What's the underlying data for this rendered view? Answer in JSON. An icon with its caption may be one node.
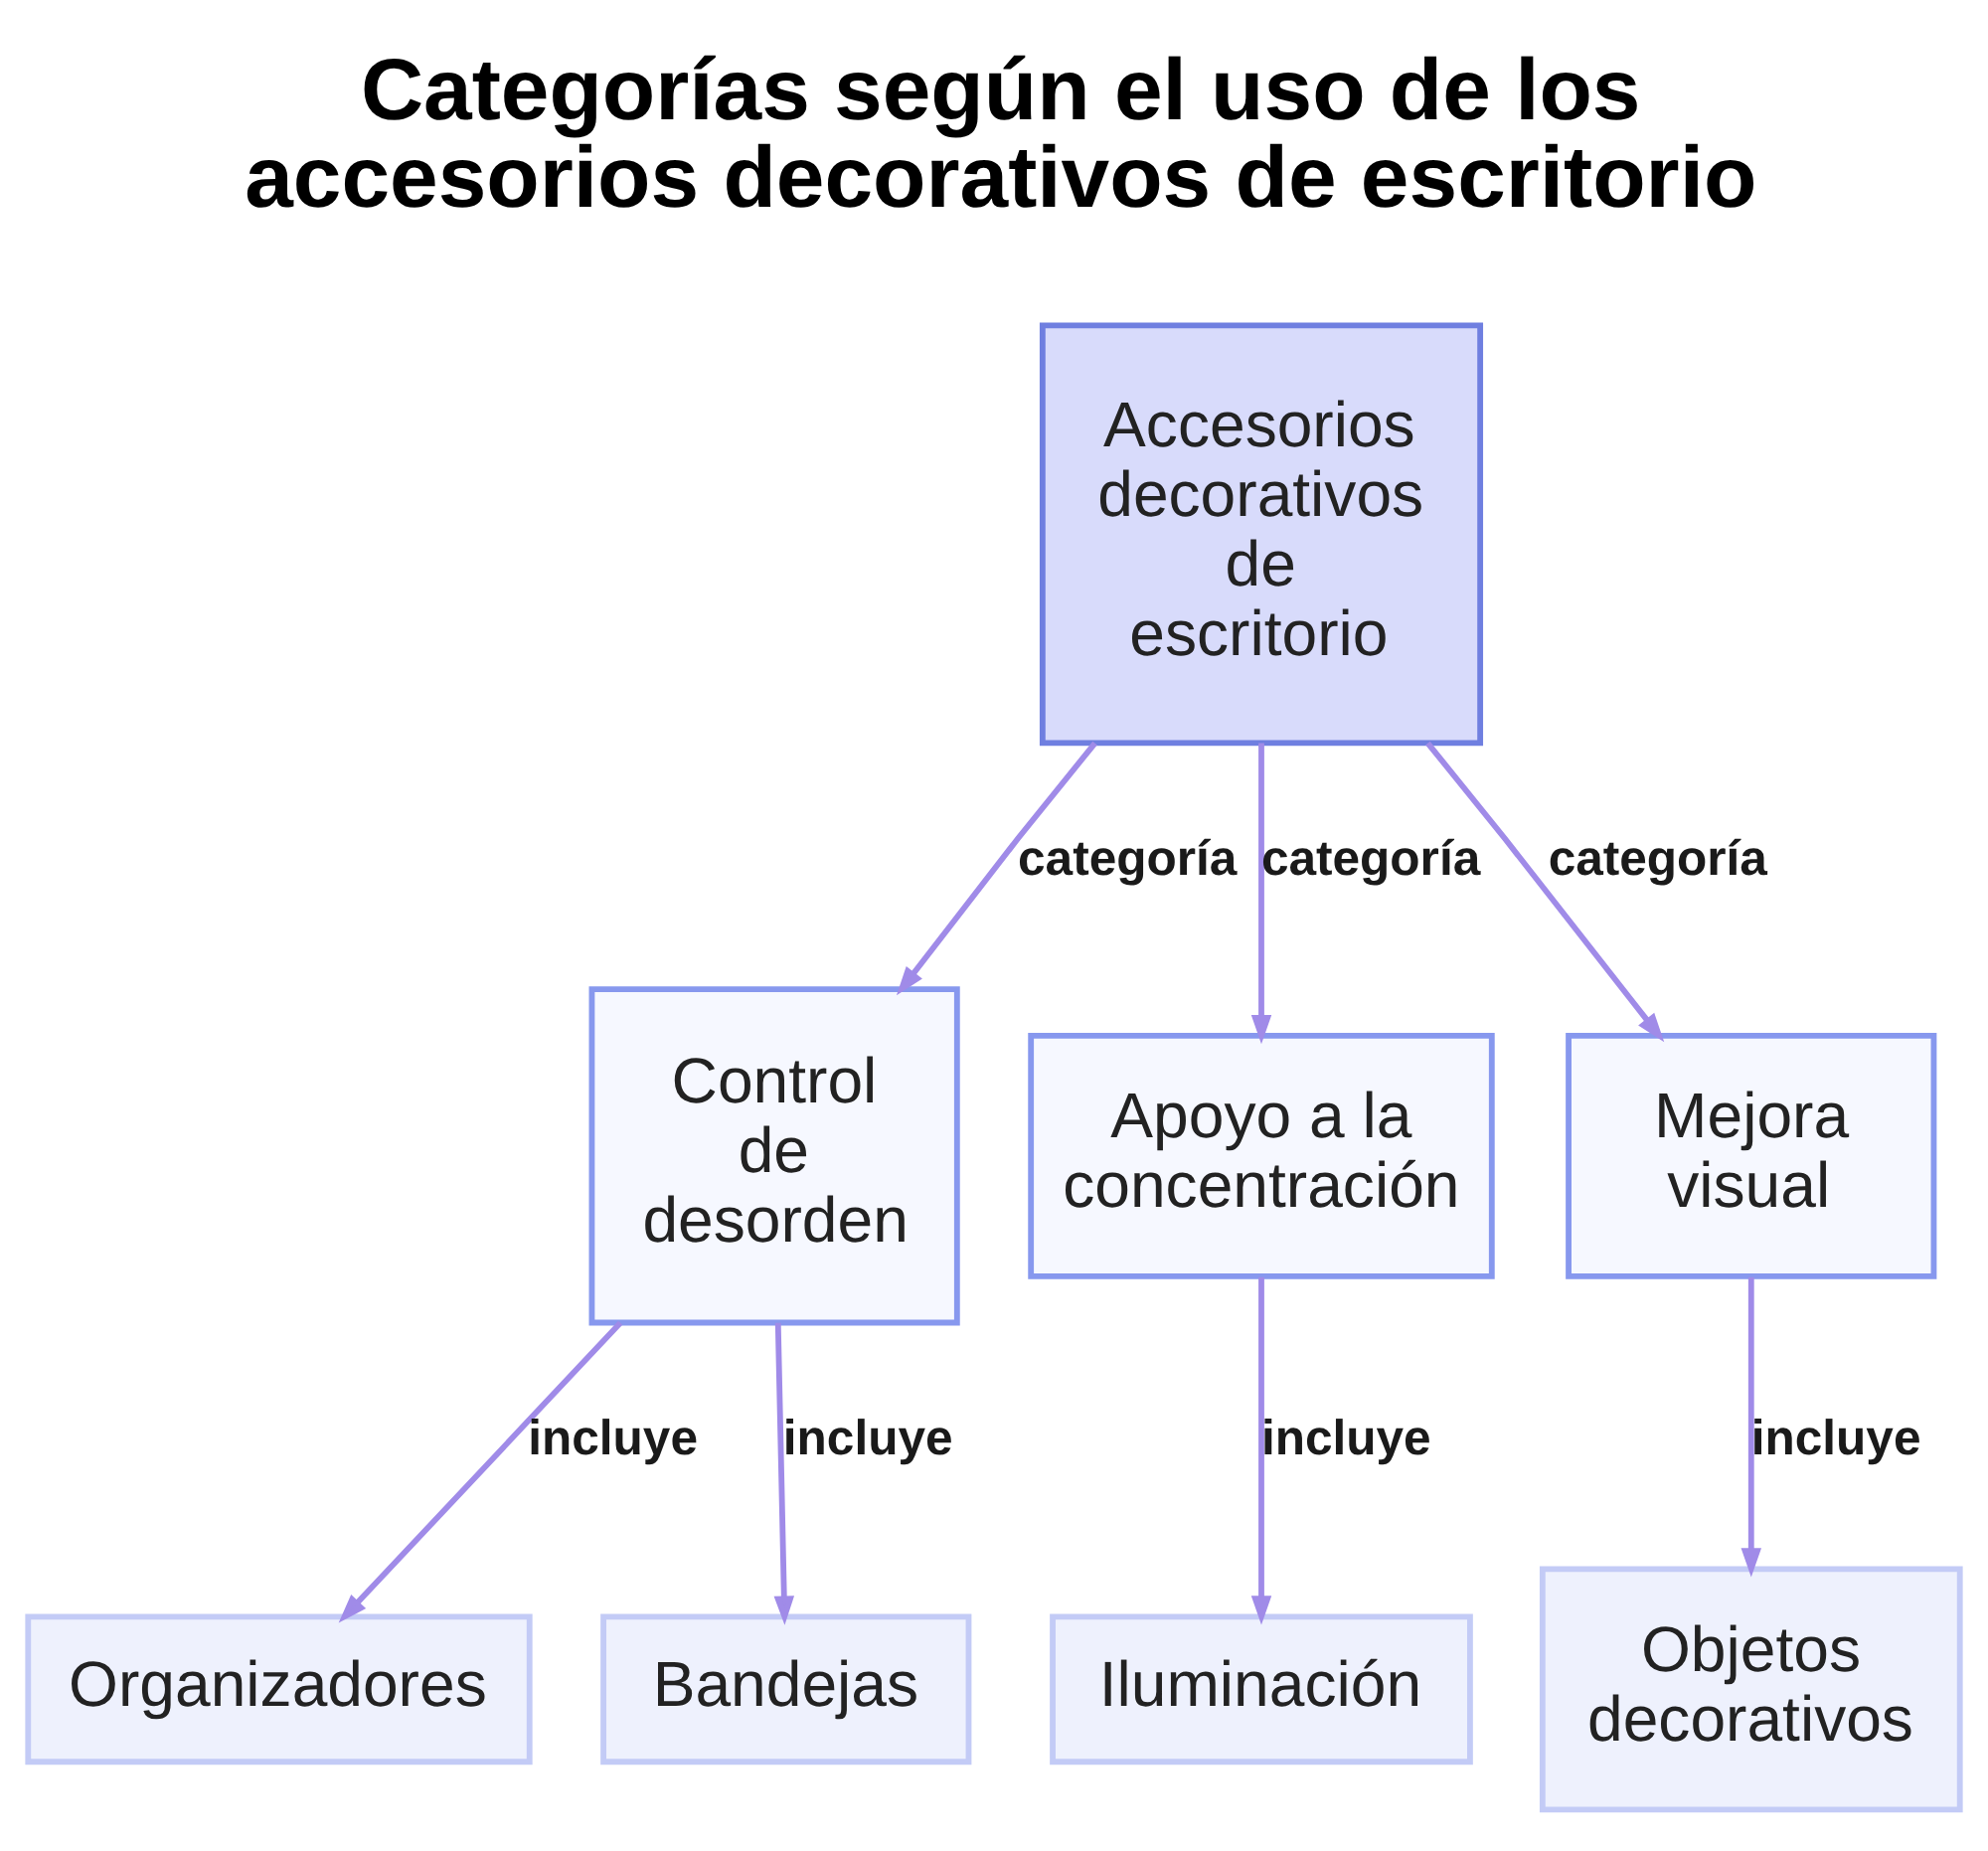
{
  "diagram": {
    "title": "Categorías según el uso de los accesorios decorativos de escritorio",
    "nodes": [
      {
        "text": [
          "Accesorios decorativos de escritorio"
        ]
      },
      {
        "text": [
          "Control de desorden"
        ]
      },
      {
        "text": [
          "Apoyo a la concentración"
        ]
      },
      {
        "text": [
          "Mejora visual"
        ]
      },
      {
        "text": [
          "Organizadores"
        ]
      },
      {
        "text": [
          "Bandejas"
        ]
      },
      {
        "text": [
          "Iluminación"
        ]
      },
      {
        "text": [
          "Objetos decorativos"
        ]
      }
    ],
    "edges": [
      {
        "from": 0,
        "to": 1,
        "arrow": "to",
        "label": "categoría"
      },
      {
        "from": 0,
        "to": 2,
        "arrow": "to",
        "label": "categoría"
      },
      {
        "from": 0,
        "to": 3,
        "arrow": "to",
        "label": "categoría"
      },
      {
        "from": 1,
        "to": 4,
        "arrow": "to",
        "label": "incluye"
      },
      {
        "from": 1,
        "to": 5,
        "arrow": "to",
        "label": "incluye"
      },
      {
        "from": 2,
        "to": 6,
        "arrow": "to",
        "label": "incluye"
      },
      {
        "from": 3,
        "to": 7,
        "arrow": "to",
        "label": "incluye"
      }
    ]
  }
}
